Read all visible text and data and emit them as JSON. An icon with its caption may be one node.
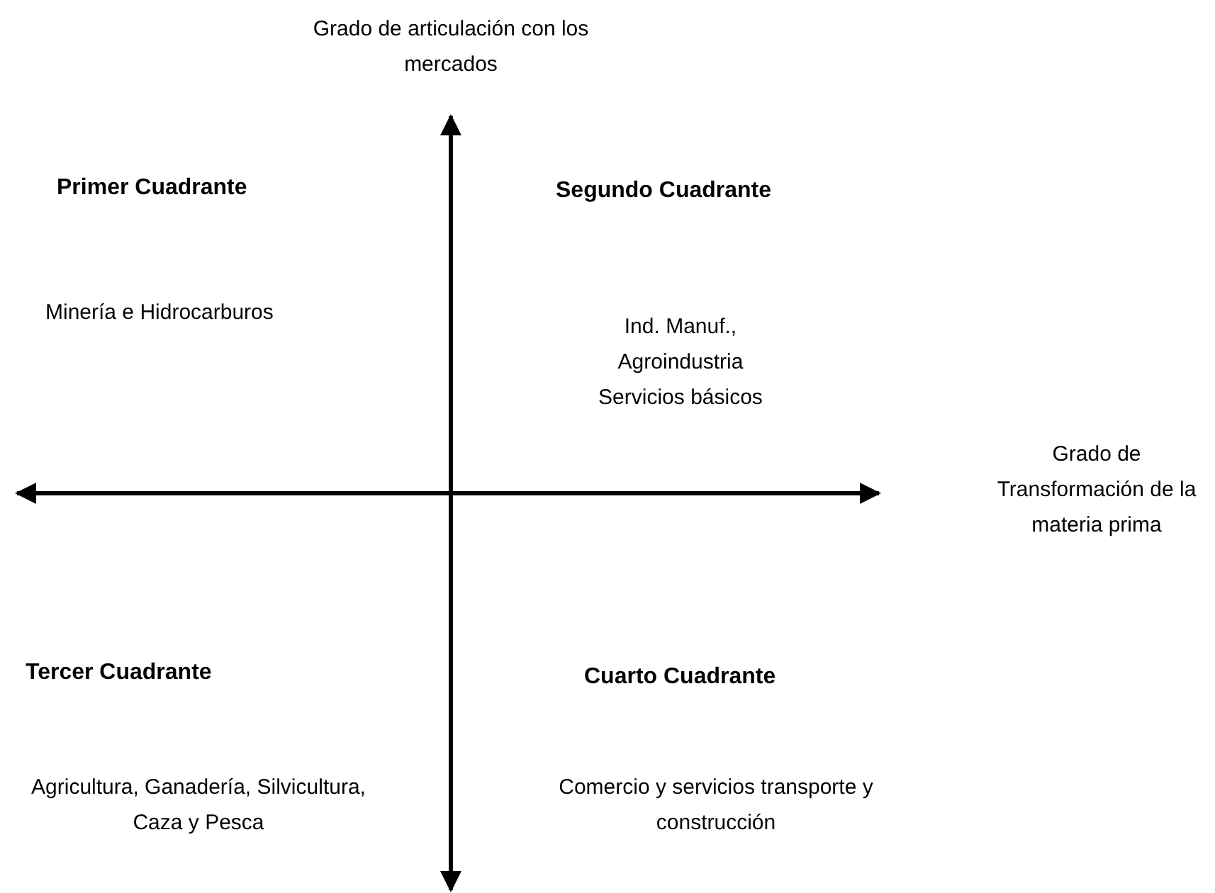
{
  "diagram": {
    "labels": [
      "Grado de articulación con los mercados",
      "Primer Cuadrante",
      "Segundo Cuadrante",
      "Minería e Hidrocarburos",
      "Ind. Manuf., Agroindustria Servicios básicos",
      "Grado de Transformación de la materia prima",
      "Tercer Cuadrante",
      "Cuarto Cuadrante",
      "Agricultura, Ganadería, Silvicultura, Caza y Pesca",
      "Comercio y servicios transporte y construcción"
    ]
  }
}
